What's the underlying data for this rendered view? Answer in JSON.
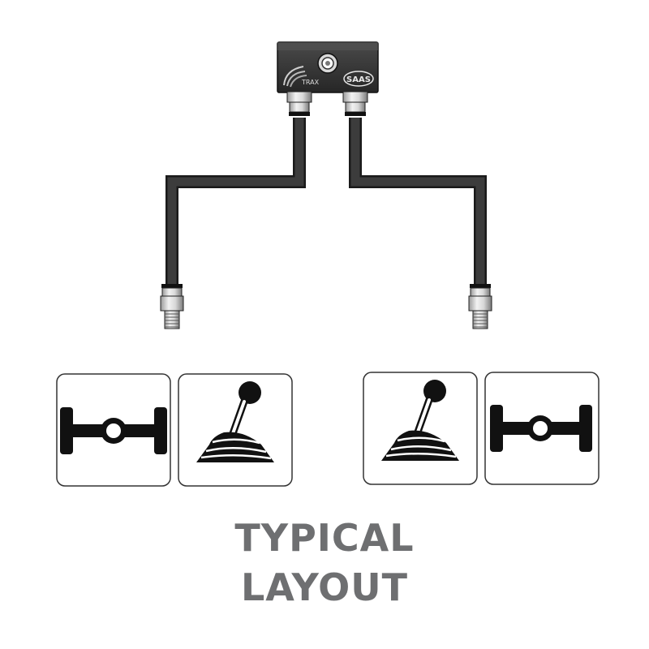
{
  "brand": {
    "trax_logo_text": "TRAX",
    "saas_logo_text": "SAAS"
  },
  "caption": {
    "line1": "TYPICAL",
    "line2": "LAYOUT"
  },
  "icons": [
    {
      "name": "axle-icon"
    },
    {
      "name": "gear-shifter-icon"
    },
    {
      "name": "gear-shifter-icon"
    },
    {
      "name": "axle-icon"
    }
  ],
  "colors": {
    "hose": "#3a3a3a",
    "block": "#2e2e2e",
    "caption": "#6e6f71",
    "icon": "#111111"
  }
}
